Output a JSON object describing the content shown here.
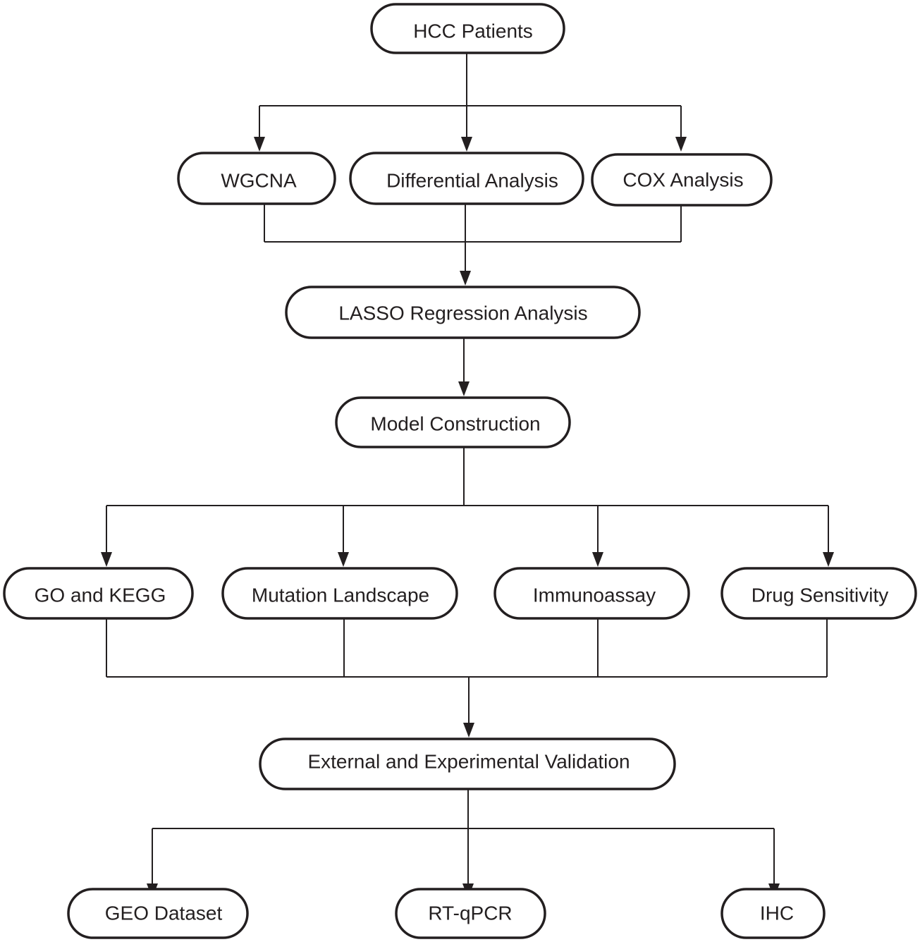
{
  "diagram": {
    "type": "flowchart",
    "colors": {
      "stroke": "#231f20",
      "box_fill": "#ffffff",
      "text": "#231f20"
    },
    "nodes": {
      "hcc_patients": "HCC Patients",
      "wgcna": "WGCNA",
      "differential_analysis": "Differential Analysis",
      "cox_analysis": "COX Analysis",
      "lasso_regression": "LASSO Regression Analysis",
      "model_construction": "Model Construction",
      "go_kegg": "GO and KEGG",
      "mutation_landscape": "Mutation Landscape",
      "immunoassay": "Immunoassay",
      "drug_sensitivity": "Drug Sensitivity",
      "external_validation": "External and Experimental Validation",
      "geo_dataset": "GEO Dataset",
      "rt_qpcr": "RT-qPCR",
      "ihc": "IHC"
    },
    "edges": [
      {
        "from": "hcc_patients",
        "to": "wgcna"
      },
      {
        "from": "hcc_patients",
        "to": "differential_analysis"
      },
      {
        "from": "hcc_patients",
        "to": "cox_analysis"
      },
      {
        "from": "wgcna",
        "to": "lasso_regression"
      },
      {
        "from": "differential_analysis",
        "to": "lasso_regression"
      },
      {
        "from": "cox_analysis",
        "to": "lasso_regression"
      },
      {
        "from": "lasso_regression",
        "to": "model_construction"
      },
      {
        "from": "model_construction",
        "to": "go_kegg"
      },
      {
        "from": "model_construction",
        "to": "mutation_landscape"
      },
      {
        "from": "model_construction",
        "to": "immunoassay"
      },
      {
        "from": "model_construction",
        "to": "drug_sensitivity"
      },
      {
        "from": "go_kegg",
        "to": "external_validation"
      },
      {
        "from": "mutation_landscape",
        "to": "external_validation"
      },
      {
        "from": "immunoassay",
        "to": "external_validation"
      },
      {
        "from": "drug_sensitivity",
        "to": "external_validation"
      },
      {
        "from": "external_validation",
        "to": "geo_dataset"
      },
      {
        "from": "external_validation",
        "to": "rt_qpcr"
      },
      {
        "from": "external_validation",
        "to": "ihc"
      }
    ]
  }
}
